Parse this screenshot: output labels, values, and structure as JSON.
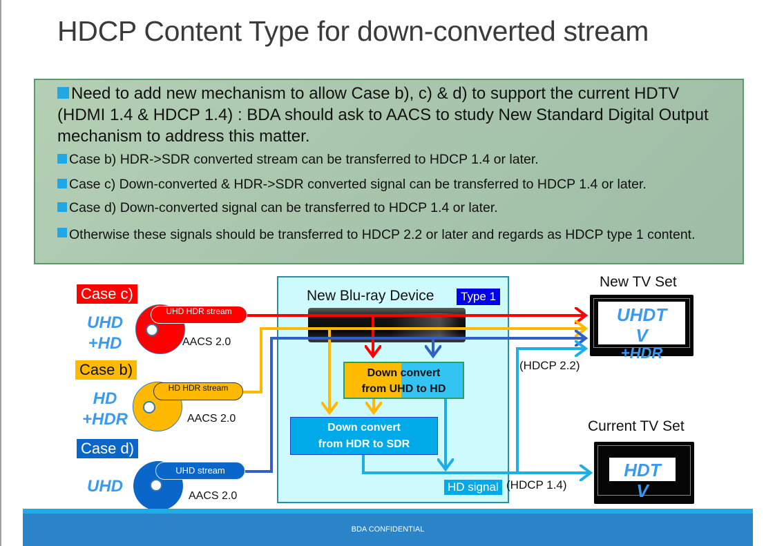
{
  "title": "HDCP Content Type for down-converted stream",
  "bullets": {
    "main": "Need to add new mechanism to allow  Case b), c) & d) to support the current HDTV (HDMI 1.4 & HDCP 1.4) : BDA should ask to AACS to study New Standard Digital Output mechanism to address this matter.",
    "items": [
      "Case b) HDR->SDR converted stream can be transferred to HDCP 1.4 or later.",
      "Case c) Down-converted & HDR->SDR converted signal  can be transferred to HDCP 1.4 or later.",
      "Case d) Down-converted signal  can be transferred to HDCP 1.4 or later.",
      "Otherwise these signals should be transferred to HDCP 2.2 or later and regards as HDCP type 1 content."
    ]
  },
  "diagram": {
    "cases": [
      {
        "label": "Case c)",
        "format_line1": "UHD",
        "format_line2": "+HD",
        "stream": "UHD HDR stream",
        "protection": "AACS 2.0",
        "color": "#ff0000"
      },
      {
        "label": "Case b)",
        "format_line1": "HD",
        "format_line2": "+HDR",
        "stream": "HD HDR stream",
        "protection": "AACS 2.0",
        "color": "#ffb900"
      },
      {
        "label": "Case d)",
        "format_line1": "UHD",
        "format_line2": "",
        "stream": "UHD stream",
        "protection": "AACS 2.0",
        "color": "#0a66c8"
      }
    ],
    "device": {
      "title": "New Blu-ray Device",
      "type_badge": "Type 1",
      "converter_resolution": "Down convert from UHD to HD",
      "converter_resolution_line1": "Down convert",
      "converter_resolution_line2": "from UHD to HD",
      "converter_dynamic_range_line1": "Down convert",
      "converter_dynamic_range_line2": "from HDR to SDR",
      "output_label": "HD signal"
    },
    "links": {
      "new_tv_hdcp": "(HDCP 2.2)",
      "current_tv_hdcp": "(HDCP 1.4)"
    },
    "new_tv": {
      "title": "New TV Set",
      "screen_line1": "UHDT",
      "screen_line2": "V",
      "badge": "+HDR"
    },
    "current_tv": {
      "title": "Current TV Set",
      "screen_line1": "HDT",
      "screen_line2": "V"
    },
    "colors": {
      "red": "#ff0000",
      "yellow": "#ffb900",
      "blue": "#3060c8",
      "cyan": "#1eaee6"
    }
  },
  "footer": {
    "text": "BDA CONFIDENTIAL"
  }
}
